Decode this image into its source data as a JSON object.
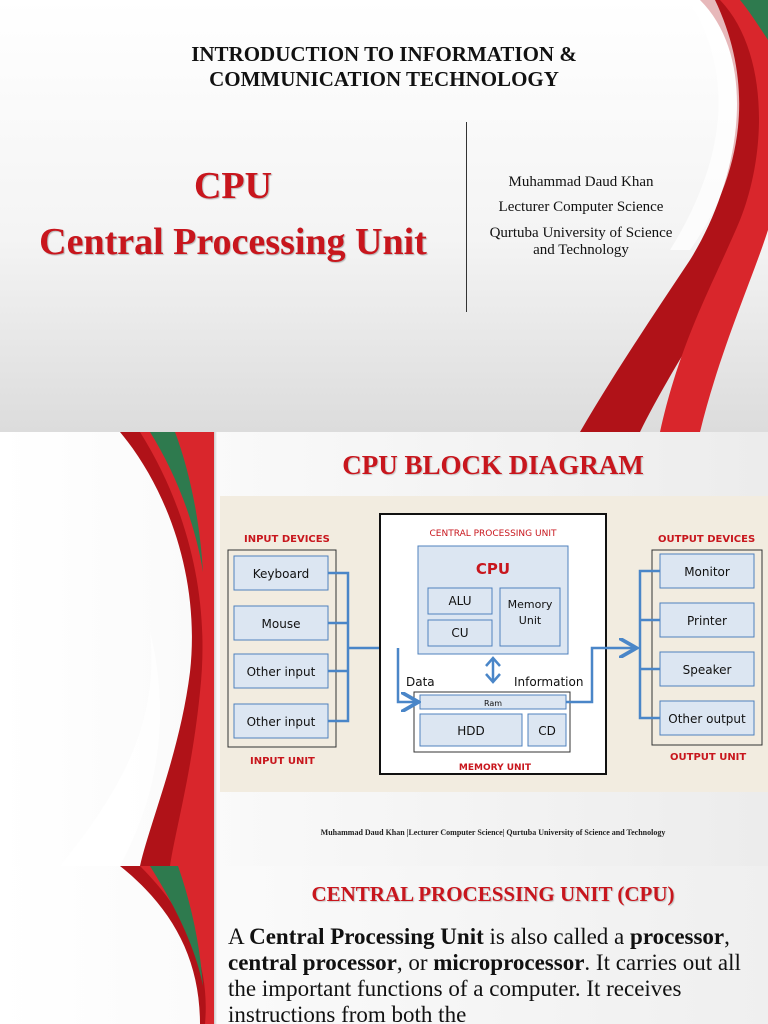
{
  "slide1": {
    "header_line1": "INTRODUCTION TO INFORMATION &",
    "header_line2": "COMMUNICATION TECHNOLOGY",
    "title_line1": "CPU",
    "title_line2": "Central Processing Unit",
    "author_name": "Muhammad Daud Khan",
    "author_role": "Lecturer Computer Science",
    "author_org_line1": "Qurtuba University of Science",
    "author_org_line2": "and Technology"
  },
  "slide2": {
    "title": "CPU BLOCK DIAGRAM",
    "footer": "Muhammad Daud Khan |Lecturer Computer Science| Qurtuba University of Science and Technology",
    "diagram": {
      "input_heading": "INPUT DEVICES",
      "input_items": [
        "Keyboard",
        "Mouse",
        "Other input",
        "Other input"
      ],
      "input_caption": "INPUT UNIT",
      "cpu_heading": "CENTRAL PROCESSING UNIT",
      "cpu_label": "CPU",
      "alu": "ALU",
      "cu": "CU",
      "memory_unit_line1": "Memory",
      "memory_unit_line2": "Unit",
      "data_label": "Data",
      "information_label": "Information",
      "ram": "Ram",
      "hdd": "HDD",
      "cd": "CD",
      "memory_caption": "MEMORY UNIT",
      "output_heading": "OUTPUT DEVICES",
      "output_items": [
        "Monitor",
        "Printer",
        "Speaker",
        "Other output"
      ],
      "output_caption": "OUTPUT UNIT"
    },
    "colors": {
      "accent_red": "#c8161d",
      "box_blue": "#dce6f2",
      "box_border": "#4f81bd",
      "arrow": "#4a86c8"
    }
  },
  "slide3": {
    "title": "CENTRAL PROCESSING UNIT (CPU)",
    "p_a": "A ",
    "p_cpu": "Central Processing Unit",
    "p_also": " is also called a ",
    "p_processor": "processor",
    "p_comma1": ", ",
    "p_central": "central processor",
    "p_or": ", or ",
    "p_micro": "microprocessor",
    "p_rest": ". It carries out all the important functions of a computer. It receives instructions from both the"
  }
}
